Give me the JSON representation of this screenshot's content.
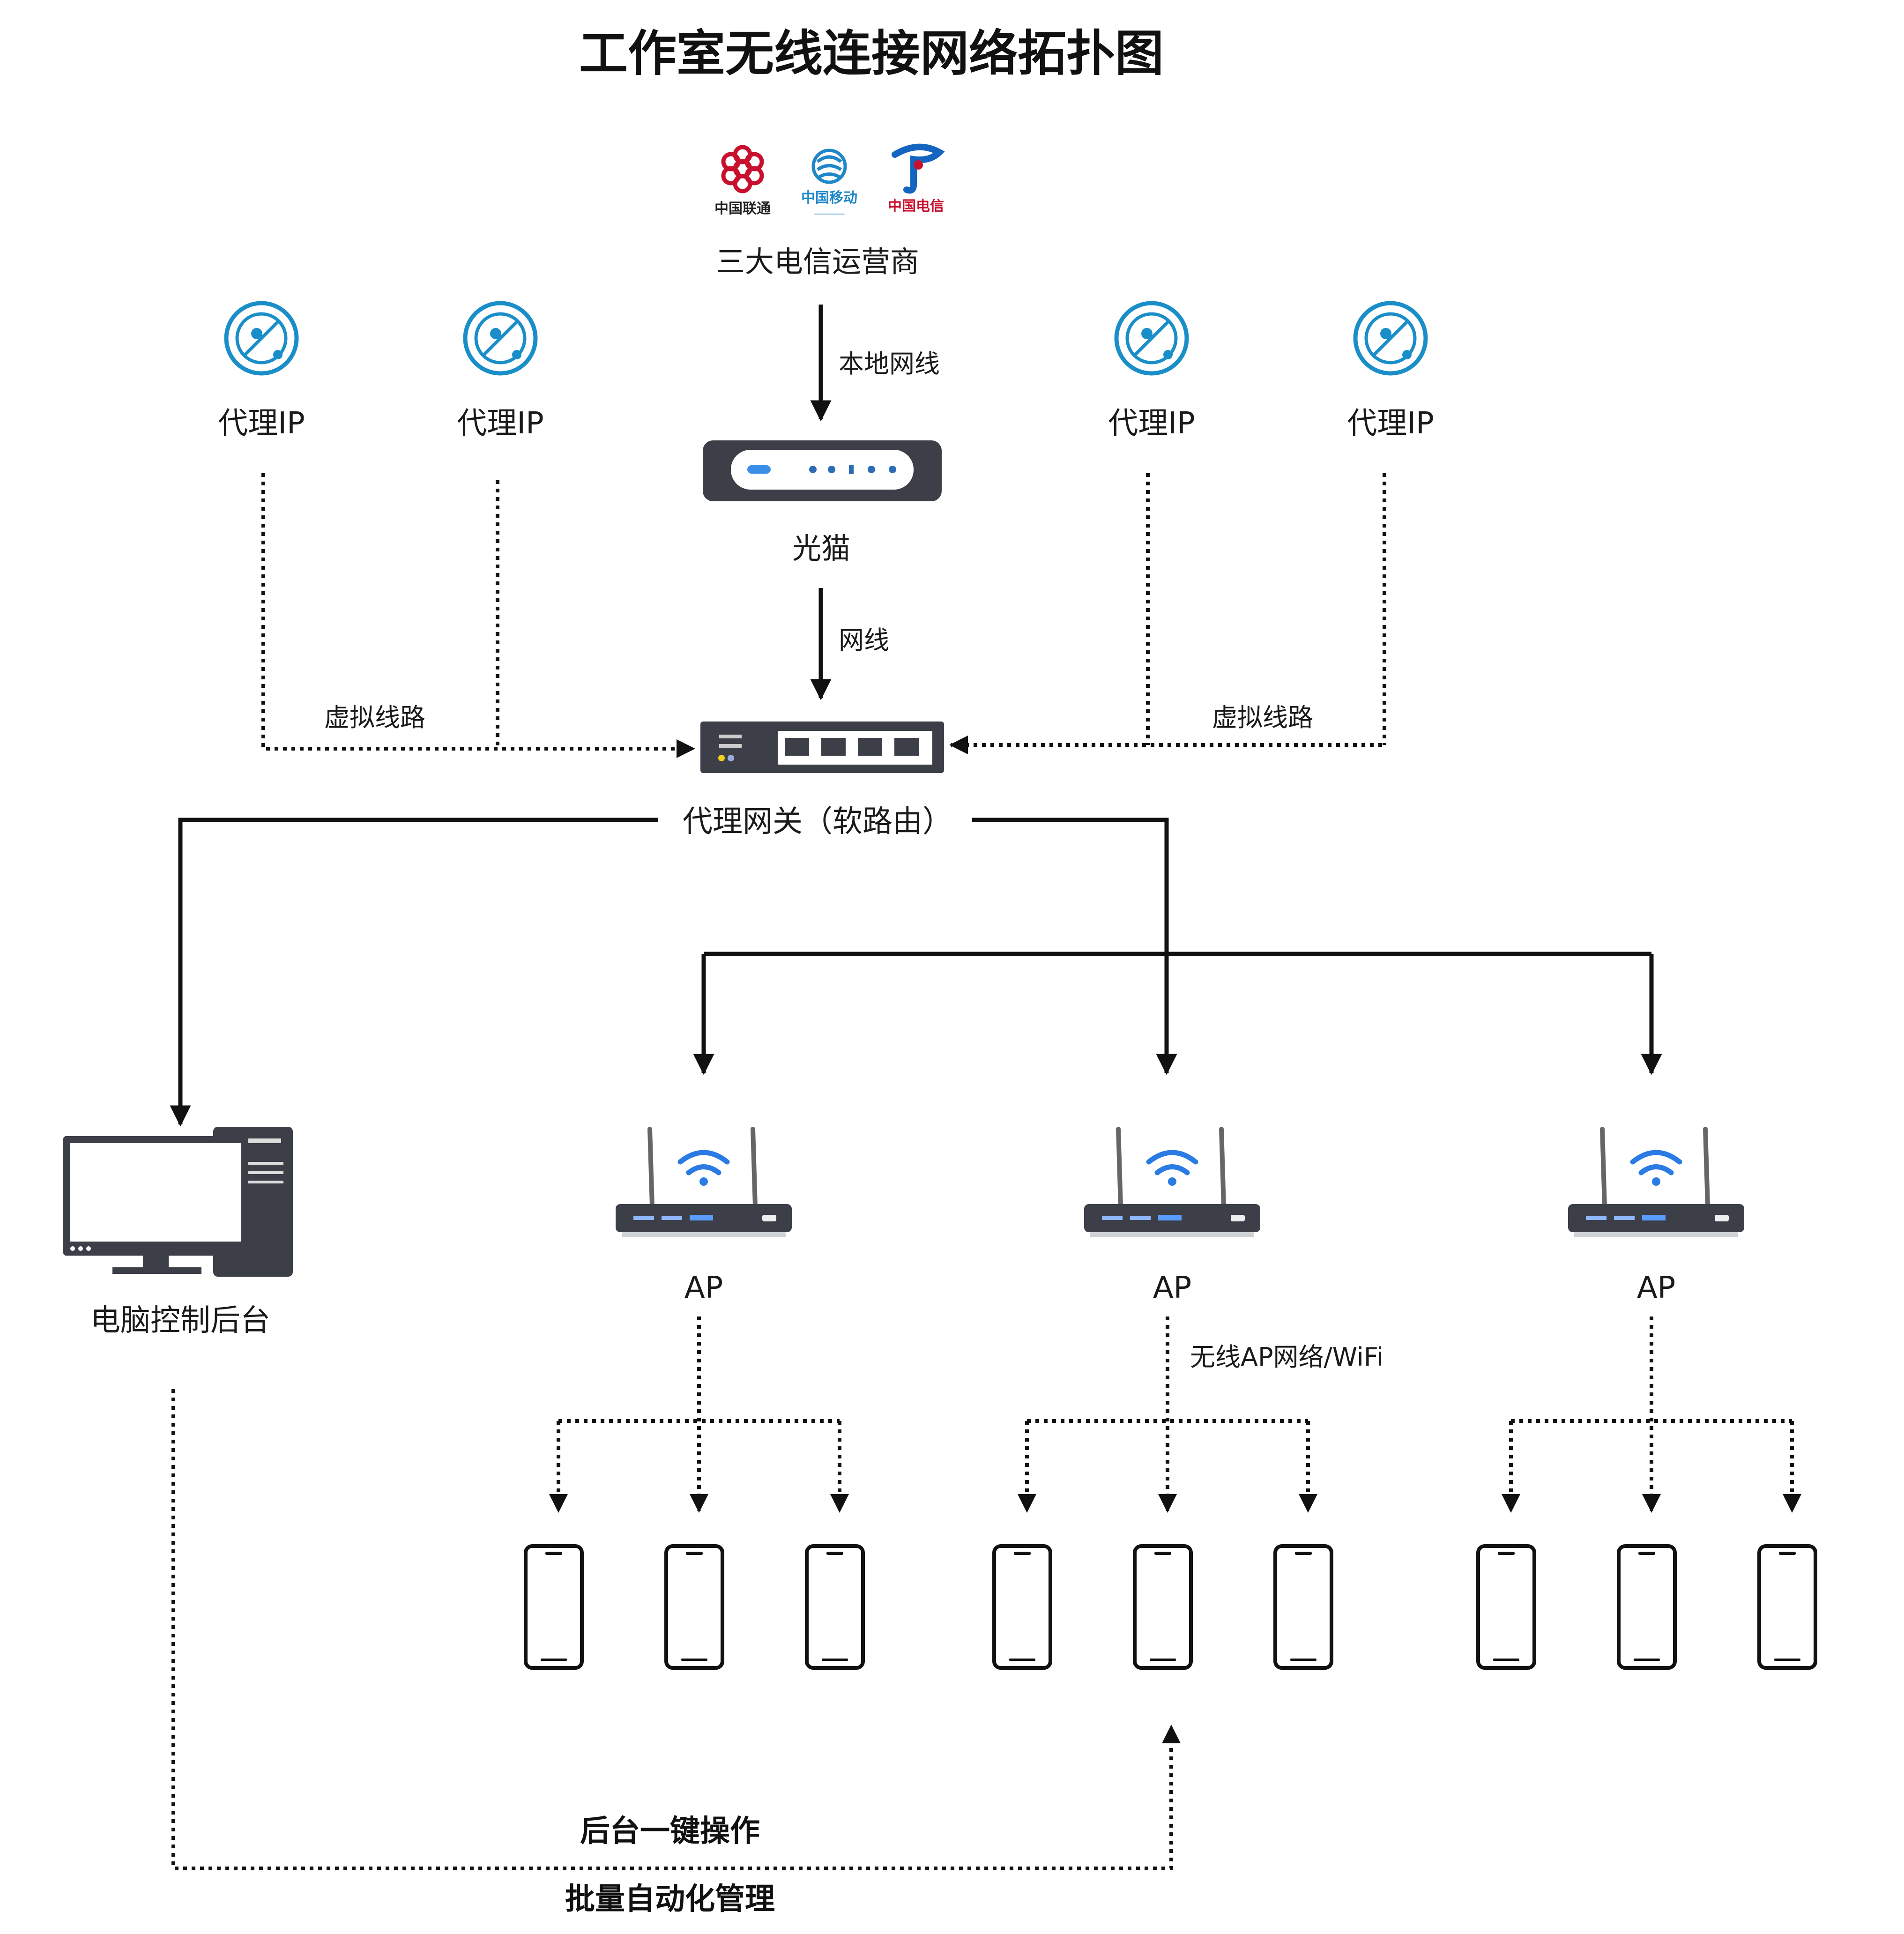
{
  "title": "工作室无线连接网络拓扑图",
  "colors": {
    "unicom": "#c8102e",
    "mobile": "#1f86c8",
    "telecom": "#1565c0",
    "line": "#111111",
    "wifi": "#2a7be4",
    "device_dark": "#3c3f47",
    "proxy_icon": "#1a8ec8"
  },
  "isp": {
    "label": "三大电信运营商",
    "logos": [
      {
        "icon": "china-unicom-logo",
        "text": "中国联通"
      },
      {
        "icon": "china-mobile-logo",
        "text": "中国移动"
      },
      {
        "icon": "china-telecom-logo",
        "text": "中国电信"
      }
    ]
  },
  "links": {
    "isp_to_modem": "本地网线",
    "modem_to_gateway": "网线",
    "virtual_left": "虚拟线路",
    "virtual_right": "虚拟线路",
    "ap_wireless": "无线AP网络/WiFi"
  },
  "modem": {
    "label": "光猫",
    "icon": "optical-modem-icon"
  },
  "gateway": {
    "label": "代理网关（软路由）",
    "icon": "switch-router-icon"
  },
  "proxies": [
    {
      "label": "代理IP",
      "icon": "proxy-ip-icon"
    },
    {
      "label": "代理IP",
      "icon": "proxy-ip-icon"
    },
    {
      "label": "代理IP",
      "icon": "proxy-ip-icon"
    },
    {
      "label": "代理IP",
      "icon": "proxy-ip-icon"
    }
  ],
  "computer": {
    "label": "电脑控制后台",
    "icon": "desktop-computer-icon"
  },
  "aps": [
    {
      "label": "AP",
      "icon": "wifi-router-icon"
    },
    {
      "label": "AP",
      "icon": "wifi-router-icon"
    },
    {
      "label": "AP",
      "icon": "wifi-router-icon"
    }
  ],
  "phones_per_ap": 3,
  "bottom": {
    "line1": "后台一键操作",
    "line2": "批量自动化管理"
  }
}
